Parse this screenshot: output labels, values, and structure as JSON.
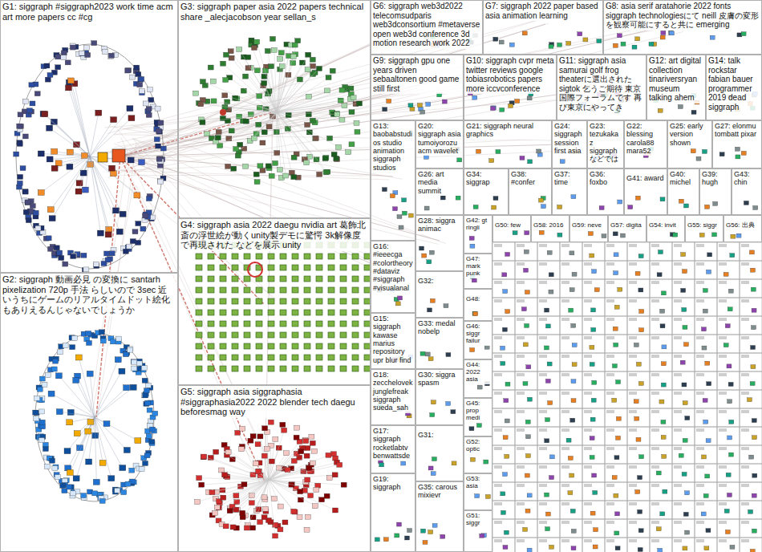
{
  "diagram": {
    "nodes": [
      {
        "text": [
          "G1: siggraph #siggraph2023 work time acm art more papers cc #cg"
        ]
      },
      {
        "text": [
          "G2: siggraph 動画必見 の変換に santarh pixelization 720p 手法 らしいので 3sec 近いうちにゲームのリアルタイムドット絵化もありえるんじゃないでしょうか"
        ]
      },
      {
        "text": [
          "G3: siggraph paper asia 2022 papers technical share _alecjacobson year sellan_s"
        ]
      },
      {
        "text": [
          "G4: siggraph asia 2022 daegu nvidia art 葛飾北斎の浮世絵が動くunity製デモに驚愕 3k解像度で再現された などを展示 unity"
        ]
      },
      {
        "text": [
          "G5: siggraph asia siggraphasia #siggraphasia2022 2022 blender tech daegu beforesmag way"
        ]
      },
      {
        "text": [
          "G6: siggraph web3d2022 telecomsudparis web3dconsortium #metaverse open web3d conference 3d motion research work 2022"
        ]
      },
      {
        "text": [
          "G7: siggraph 2022 paper based asia animation learning"
        ]
      },
      {
        "text": [
          "G8: asia serif aratahorie 2022 fonts siggraph technologiesにて neill 皮膚の変形を観察可能にすると共に emerging"
        ]
      },
      {
        "text": [
          "G9: siggraph gpu one years driven sebaaltonen good game still first"
        ]
      },
      {
        "text": [
          "G10: siggraph cvpr meta twitter reviews google tobiasrobotics papers more iccvconference"
        ]
      },
      {
        "text": [
          "G11: siggraph asia samurai golf frog theaterに選出された sigtok 乞うご期待 東京国際フォーラムです 再び東京にやってき"
        ]
      },
      {
        "text": [
          "G12: art digital collection tinariversryan museum talking ahem"
        ]
      },
      {
        "text": [
          "G14: talk rockstar fabian bauer programmer 2019 dead siggraph"
        ]
      },
      {
        "text": [
          "G13: baobabstudios studio animation siggraph studios"
        ]
      },
      {
        "text": [
          "G20: siggraph asia tumoiyorozu acm wavelet"
        ]
      },
      {
        "text": [
          "G21: siggraph neural graphics"
        ]
      },
      {
        "text": [
          "G24: siggraph session first asia"
        ]
      },
      {
        "text": [
          "G23: tezukakaz siggraph などでは"
        ]
      },
      {
        "text": [
          "G22: blessing carola88 mara52"
        ]
      },
      {
        "text": [
          "G25: early version shown"
        ]
      },
      {
        "text": [
          "G27: elonmu tombatt pixar"
        ]
      },
      {
        "text": [
          "G26: art media summit"
        ]
      },
      {
        "text": [
          "G34: siggrap"
        ]
      },
      {
        "text": [
          "G38: #confer"
        ]
      },
      {
        "text": [
          "G37: time"
        ]
      },
      {
        "text": [
          "G36: foxbo"
        ]
      },
      {
        "text": [
          "G41: award"
        ]
      },
      {
        "text": [
          "G40: michel"
        ]
      },
      {
        "text": [
          "G39: hugh"
        ]
      },
      {
        "text": [
          "G43: chin"
        ]
      },
      {
        "text": [
          "G16: #ieeecga #colortheory #dataviz #siggraph #visualanal"
        ]
      },
      {
        "text": [
          "G15: siggraph kawase marius repository upr blur find"
        ]
      },
      {
        "text": [
          "G18: zecchelovek junglefreak siggraph sueda_sah"
        ]
      },
      {
        "text": [
          "G17: siggraph rocketlabtv benwattsde"
        ]
      },
      {
        "text": [
          "G19: siggraph"
        ]
      },
      {
        "text": [
          "G28: siggra animac"
        ]
      },
      {
        "text": [
          "G32:"
        ]
      },
      {
        "text": [
          "G33: medal nobelp"
        ]
      },
      {
        "text": [
          "G30: siggra spasm"
        ]
      },
      {
        "text": [
          "G31:"
        ]
      },
      {
        "text": [
          "G35: carous mixievr"
        ]
      },
      {
        "text": [
          "G42: gt ringli"
        ]
      },
      {
        "text": [
          "G47: mark punk"
        ]
      },
      {
        "text": [
          "G48:"
        ]
      },
      {
        "text": [
          "G46: siggr failur"
        ]
      },
      {
        "text": [
          "G44: 2022 asia"
        ]
      },
      {
        "text": [
          "G45: prop medi"
        ]
      },
      {
        "text": [
          "G52: optic"
        ]
      },
      {
        "text": [
          "G53: asia"
        ]
      },
      {
        "text": [
          "G51: siggr"
        ]
      },
      {
        "text": [
          "G50: few"
        ]
      },
      {
        "text": [
          "G58: 2016"
        ]
      },
      {
        "text": [
          "G59: neve"
        ]
      },
      {
        "text": [
          "G57: digita"
        ]
      },
      {
        "text": [
          "G54: invit"
        ]
      },
      {
        "text": [
          "G55: siggr"
        ]
      },
      {
        "text": [
          "G56: 出典"
        ]
      }
    ]
  }
}
